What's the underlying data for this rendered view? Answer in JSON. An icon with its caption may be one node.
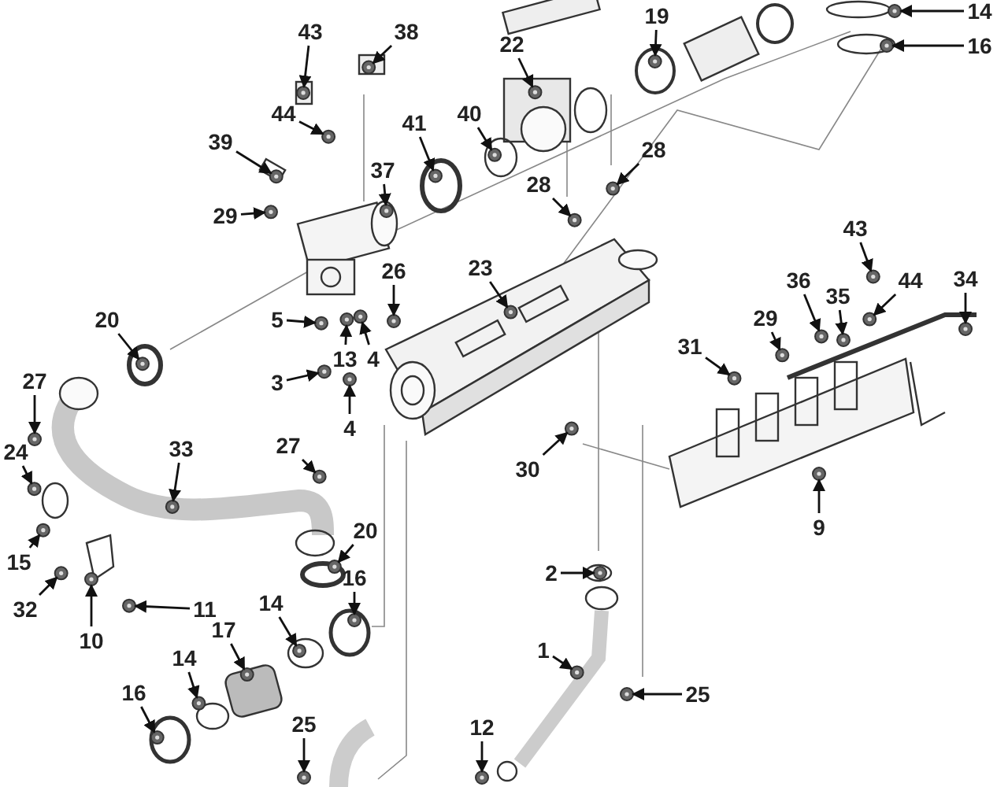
{
  "diagram": {
    "nodes": [
      {
        "text": [
          "43"
        ]
      },
      {
        "text": [
          "38"
        ]
      },
      {
        "text": [
          "44"
        ]
      },
      {
        "text": [
          "39"
        ]
      },
      {
        "text": [
          "29"
        ]
      },
      {
        "text": [
          "41"
        ]
      },
      {
        "text": [
          "40"
        ]
      },
      {
        "text": [
          "37"
        ]
      },
      {
        "text": [
          "22"
        ]
      },
      {
        "text": [
          "19"
        ]
      },
      {
        "text": [
          "14"
        ]
      },
      {
        "text": [
          "16"
        ]
      },
      {
        "text": [
          "28"
        ]
      },
      {
        "text": [
          "28"
        ]
      },
      {
        "text": [
          "23"
        ]
      },
      {
        "text": [
          "26"
        ]
      },
      {
        "text": [
          "20"
        ]
      },
      {
        "text": [
          "5"
        ]
      },
      {
        "text": [
          "13"
        ]
      },
      {
        "text": [
          "4"
        ]
      },
      {
        "text": [
          "3"
        ]
      },
      {
        "text": [
          "4"
        ]
      },
      {
        "text": [
          "27"
        ]
      },
      {
        "text": [
          "24"
        ]
      },
      {
        "text": [
          "33"
        ]
      },
      {
        "text": [
          "27"
        ]
      },
      {
        "text": [
          "15"
        ]
      },
      {
        "text": [
          "32"
        ]
      },
      {
        "text": [
          "10"
        ]
      },
      {
        "text": [
          "11"
        ]
      },
      {
        "text": [
          "20"
        ]
      },
      {
        "text": [
          "16"
        ]
      },
      {
        "text": [
          "14"
        ]
      },
      {
        "text": [
          "17"
        ]
      },
      {
        "text": [
          "14"
        ]
      },
      {
        "text": [
          "16"
        ]
      },
      {
        "text": [
          "25"
        ]
      },
      {
        "text": [
          "12"
        ]
      },
      {
        "text": [
          "31"
        ]
      },
      {
        "text": [
          "29"
        ]
      },
      {
        "text": [
          "36"
        ]
      },
      {
        "text": [
          "35"
        ]
      },
      {
        "text": [
          "43"
        ]
      },
      {
        "text": [
          "44"
        ]
      },
      {
        "text": [
          "34"
        ]
      },
      {
        "text": [
          "30"
        ]
      },
      {
        "text": [
          "9"
        ]
      },
      {
        "text": [
          "2"
        ]
      },
      {
        "text": [
          "1"
        ]
      },
      {
        "text": [
          "25"
        ]
      },
      {
        "text": [],
        "shape": "picture"
      },
      {
        "text": [],
        "shape": "picture"
      },
      {
        "text": [],
        "shape": "picture"
      },
      {
        "text": [],
        "shape": "picture"
      },
      {
        "text": [],
        "shape": "picture"
      },
      {
        "text": [],
        "shape": "picture"
      },
      {
        "text": [],
        "shape": "picture"
      },
      {
        "text": [],
        "shape": "picture"
      },
      {
        "text": [],
        "shape": "picture"
      },
      {
        "text": [],
        "shape": "picture"
      },
      {
        "text": [],
        "shape": "picture"
      },
      {
        "text": [],
        "shape": "picture"
      },
      {
        "text": [],
        "shape": "picture"
      },
      {
        "text": [],
        "shape": "picture"
      },
      {
        "text": [],
        "shape": "picture"
      },
      {
        "text": [],
        "shape": "picture"
      },
      {
        "text": [],
        "shape": "picture"
      },
      {
        "text": [],
        "shape": "picture"
      },
      {
        "text": [],
        "shape": "picture"
      },
      {
        "text": [],
        "shape": "picture"
      },
      {
        "text": [],
        "shape": "picture"
      },
      {
        "text": [],
        "shape": "picture"
      },
      {
        "text": [],
        "shape": "picture"
      },
      {
        "text": [],
        "shape": "picture"
      },
      {
        "text": [],
        "shape": "picture"
      },
      {
        "text": [],
        "shape": "picture"
      },
      {
        "text": [],
        "shape": "picture"
      },
      {
        "text": [],
        "shape": "picture"
      },
      {
        "text": [],
        "shape": "picture"
      },
      {
        "text": [],
        "shape": "picture"
      },
      {
        "text": [],
        "shape": "picture"
      },
      {
        "text": [],
        "shape": "picture"
      },
      {
        "text": [],
        "shape": "picture"
      },
      {
        "text": [],
        "shape": "picture"
      },
      {
        "text": [],
        "shape": "picture"
      },
      {
        "text": [],
        "shape": "picture"
      },
      {
        "text": [],
        "shape": "picture"
      },
      {
        "text": [],
        "shape": "picture"
      },
      {
        "text": [],
        "shape": "picture"
      },
      {
        "text": [],
        "shape": "picture"
      },
      {
        "text": [],
        "shape": "picture"
      },
      {
        "text": [],
        "shape": "picture"
      },
      {
        "text": [],
        "shape": "picture"
      },
      {
        "text": [],
        "shape": "picture"
      },
      {
        "text": [],
        "shape": "picture"
      },
      {
        "text": [],
        "shape": "picture"
      },
      {
        "text": [],
        "shape": "picture"
      },
      {
        "text": [],
        "shape": "picture"
      },
      {
        "text": [],
        "shape": "picture"
      },
      {
        "text": [],
        "shape": "picture"
      }
    ],
    "edges": [
      {
        "from": 0,
        "to": 50,
        "arrow": "to"
      },
      {
        "from": 1,
        "to": 51,
        "arrow": "to"
      },
      {
        "from": 2,
        "to": 52,
        "arrow": "to"
      },
      {
        "from": 3,
        "to": 53,
        "arrow": "to"
      },
      {
        "from": 4,
        "to": 54,
        "arrow": "to"
      },
      {
        "from": 5,
        "to": 55,
        "arrow": "to"
      },
      {
        "from": 6,
        "to": 56,
        "arrow": "to"
      },
      {
        "from": 7,
        "to": 57,
        "arrow": "to"
      },
      {
        "from": 8,
        "to": 58,
        "arrow": "to"
      },
      {
        "from": 9,
        "to": 59,
        "arrow": "to"
      },
      {
        "from": 10,
        "to": 60,
        "arrow": "to"
      },
      {
        "from": 11,
        "to": 61,
        "arrow": "to"
      },
      {
        "from": 12,
        "to": 62,
        "arrow": "to"
      },
      {
        "from": 13,
        "to": 63,
        "arrow": "to"
      },
      {
        "from": 14,
        "to": 64,
        "arrow": "to"
      },
      {
        "from": 15,
        "to": 65,
        "arrow": "to"
      },
      {
        "from": 16,
        "to": 66,
        "arrow": "to"
      },
      {
        "from": 17,
        "to": 67,
        "arrow": "to"
      },
      {
        "from": 18,
        "to": 68,
        "arrow": "to"
      },
      {
        "from": 19,
        "to": 69,
        "arrow": "to"
      },
      {
        "from": 20,
        "to": 70,
        "arrow": "to"
      },
      {
        "from": 21,
        "to": 71,
        "arrow": "to"
      },
      {
        "from": 22,
        "to": 72,
        "arrow": "to"
      },
      {
        "from": 23,
        "to": 73,
        "arrow": "to"
      },
      {
        "from": 24,
        "to": 74,
        "arrow": "to"
      },
      {
        "from": 25,
        "to": 75,
        "arrow": "to"
      },
      {
        "from": 26,
        "to": 76,
        "arrow": "to"
      },
      {
        "from": 27,
        "to": 77,
        "arrow": "to"
      },
      {
        "from": 28,
        "to": 78,
        "arrow": "to"
      },
      {
        "from": 29,
        "to": 79,
        "arrow": "to"
      },
      {
        "from": 30,
        "to": 80,
        "arrow": "to"
      },
      {
        "from": 31,
        "to": 81,
        "arrow": "to"
      },
      {
        "from": 32,
        "to": 82,
        "arrow": "to"
      },
      {
        "from": 33,
        "to": 83,
        "arrow": "to"
      },
      {
        "from": 34,
        "to": 84,
        "arrow": "to"
      },
      {
        "from": 35,
        "to": 85,
        "arrow": "to"
      },
      {
        "from": 36,
        "to": 86,
        "arrow": "to"
      },
      {
        "from": 37,
        "to": 87,
        "arrow": "to"
      },
      {
        "from": 38,
        "to": 88,
        "arrow": "to"
      },
      {
        "from": 39,
        "to": 89,
        "arrow": "to"
      },
      {
        "from": 40,
        "to": 90,
        "arrow": "to"
      },
      {
        "from": 41,
        "to": 91,
        "arrow": "to"
      },
      {
        "from": 42,
        "to": 92,
        "arrow": "to"
      },
      {
        "from": 43,
        "to": 93,
        "arrow": "to"
      },
      {
        "from": 44,
        "to": 94,
        "arrow": "to"
      },
      {
        "from": 45,
        "to": 95,
        "arrow": "to"
      },
      {
        "from": 46,
        "to": 96,
        "arrow": "to"
      },
      {
        "from": 47,
        "to": 97,
        "arrow": "to"
      },
      {
        "from": 48,
        "to": 98,
        "arrow": "to"
      },
      {
        "from": 49,
        "to": 99,
        "arrow": "to"
      }
    ]
  }
}
